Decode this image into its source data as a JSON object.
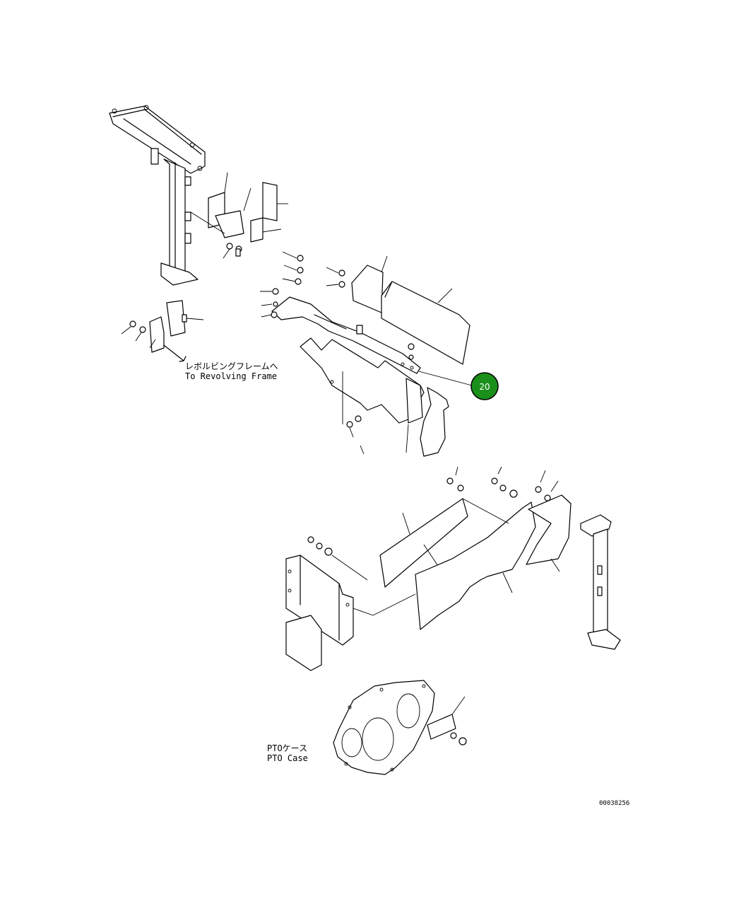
{
  "labels": {
    "revolving_frame_jp": "レボルビングフレームへ",
    "revolving_frame_en": "To Revolving Frame",
    "pto_case_jp": "PTOケース",
    "pto_case_en": "PTO Case"
  },
  "callout": {
    "number": "20",
    "color": "#1a8f1a"
  },
  "drawing_code": "00038256"
}
